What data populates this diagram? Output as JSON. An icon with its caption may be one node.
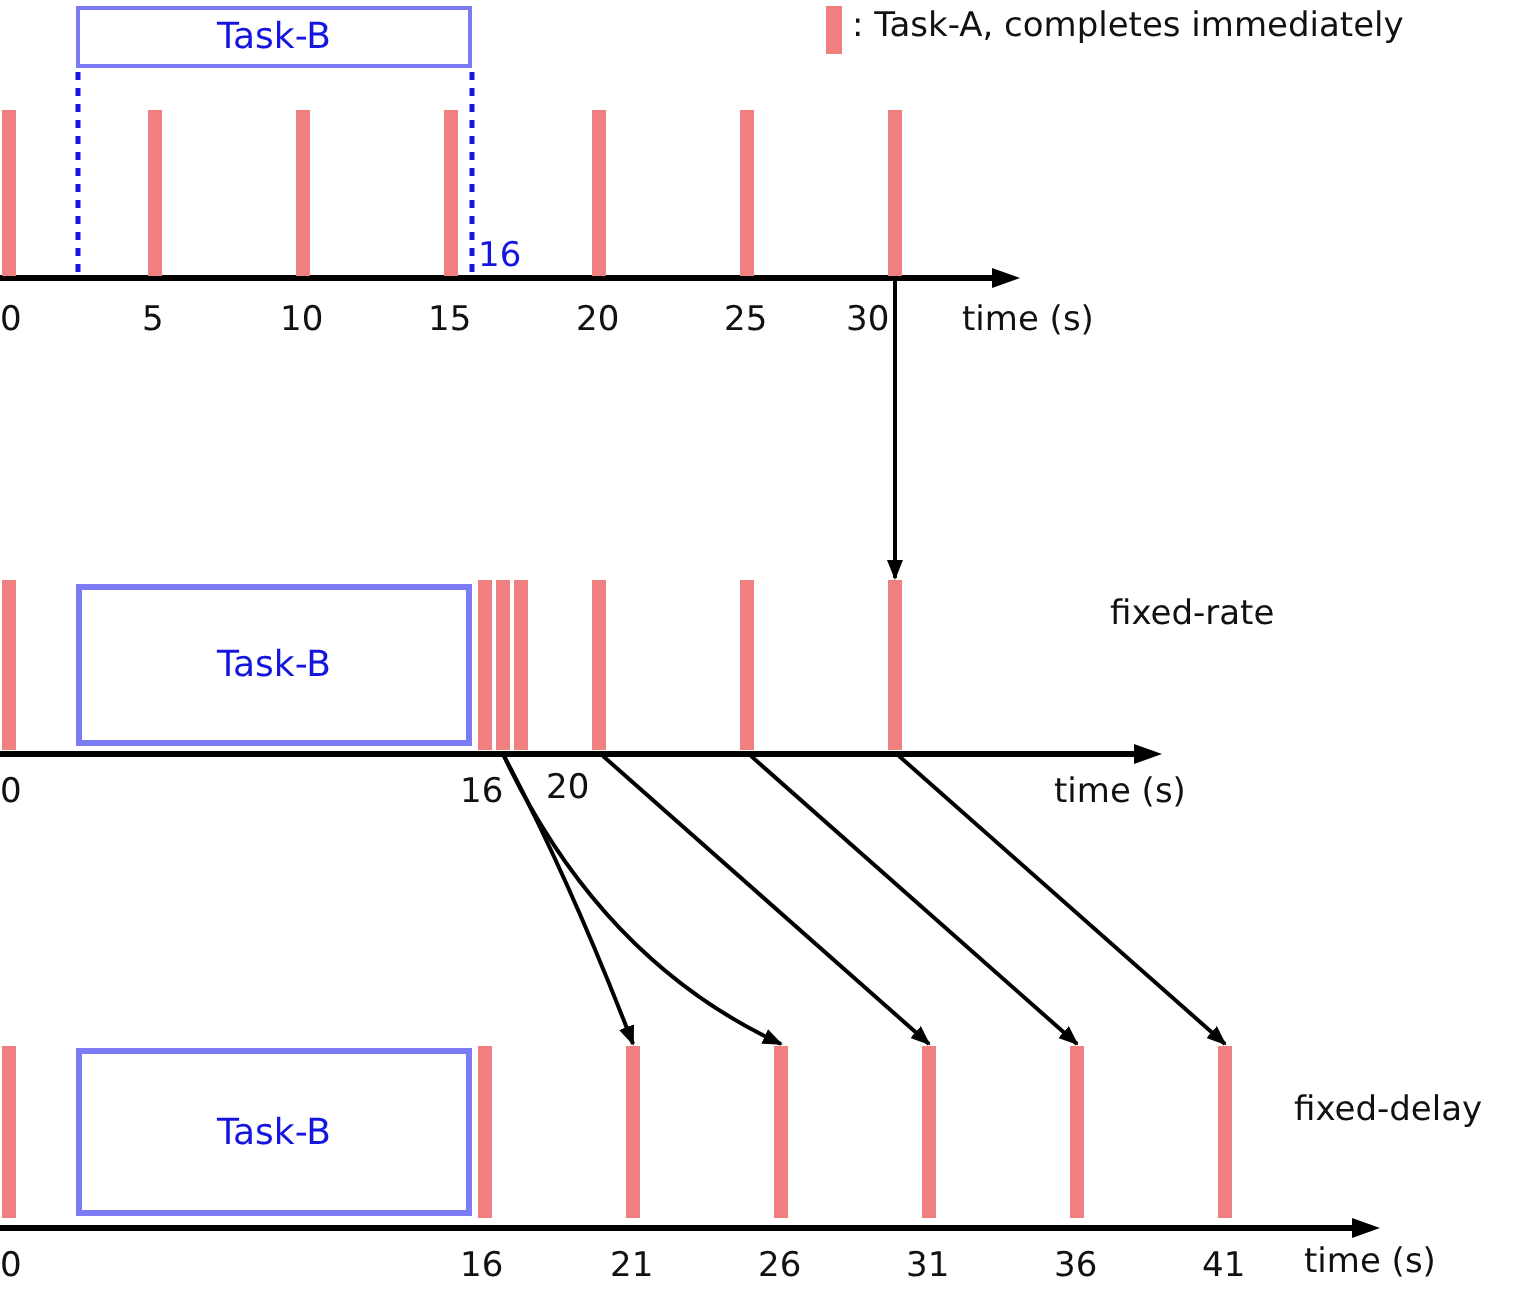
{
  "diagram": {
    "nodes": [
      {
        "text": [
          "Task-B"
        ]
      },
      {
        "text": [],
        "shape": "bar"
      },
      {
        "text": [],
        "shape": "bar"
      },
      {
        "text": [],
        "shape": "bar"
      },
      {
        "text": [],
        "shape": "bar"
      },
      {
        "text": [],
        "shape": "bar"
      },
      {
        "text": [],
        "shape": "bar"
      },
      {
        "text": [],
        "shape": "bar"
      },
      {
        "text": [
          "Task-B"
        ]
      },
      {
        "text": [],
        "shape": "bar"
      },
      {
        "text": [],
        "shape": "bar"
      },
      {
        "text": [],
        "shape": "bar"
      },
      {
        "text": [],
        "shape": "bar"
      },
      {
        "text": [],
        "shape": "bar"
      },
      {
        "text": [],
        "shape": "bar"
      },
      {
        "text": [],
        "shape": "bar"
      },
      {
        "text": [
          "Task-B"
        ]
      },
      {
        "text": [],
        "shape": "bar"
      },
      {
        "text": [],
        "shape": "bar"
      },
      {
        "text": [],
        "shape": "bar"
      },
      {
        "text": [],
        "shape": "bar"
      },
      {
        "text": [],
        "shape": "bar"
      },
      {
        "text": [],
        "shape": "bar"
      },
      {
        "text": [],
        "shape": "bar"
      }
    ],
    "edges": [
      {
        "from": 7,
        "to": 15,
        "arrow": "to"
      },
      {
        "from": 11,
        "to": 19,
        "arrow": "to"
      },
      {
        "from": 11,
        "to": 20,
        "arrow": "to"
      },
      {
        "from": 13,
        "to": 21,
        "arrow": "to"
      },
      {
        "from": 14,
        "to": 22,
        "arrow": "to"
      },
      {
        "from": 15,
        "to": 23,
        "arrow": "to"
      }
    ],
    "labels": [
      "16",
      "0",
      "5",
      "10",
      "15",
      "20",
      "25",
      "30",
      "time (s)",
      "fixed-rate",
      "0",
      "16",
      "20",
      "time (s)",
      "fixed-delay",
      "0",
      "16",
      "21",
      "26",
      "31",
      "36",
      "41",
      "time (s)"
    ],
    "legend": [
      {
        "text": ": Task-A, completes immediately",
        "color": "#f08080"
      }
    ]
  }
}
